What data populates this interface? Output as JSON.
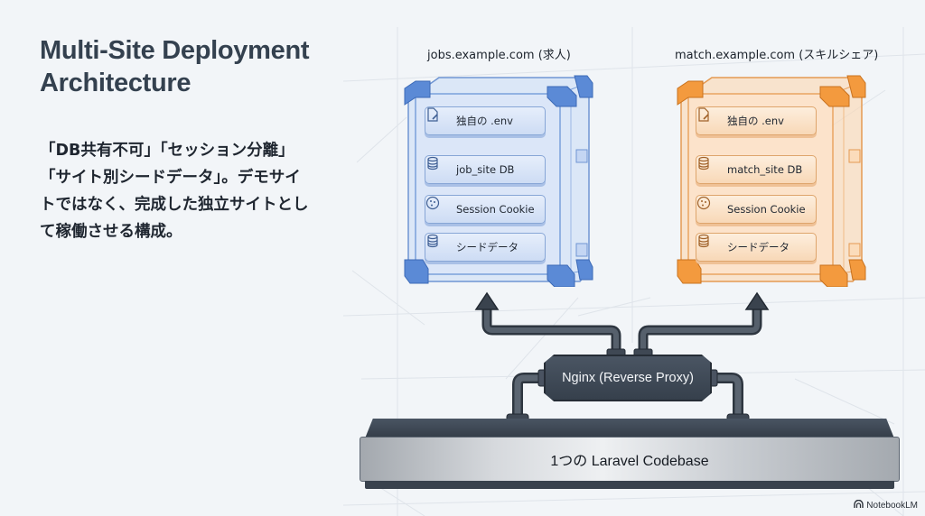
{
  "title": {
    "line1": "Multi-Site Deployment",
    "line2": "Architecture"
  },
  "description": "「DB共有不可」「セッション分離」「サイト別シードデータ」。デモサイトではなく、完成した独立サイトとして稼働させる構成。",
  "sites": [
    {
      "label": "jobs.example.com (求人)",
      "color": "#4a7fd1",
      "modules": [
        {
          "icon": "file-edit-icon",
          "label": "独自の .env"
        },
        {
          "icon": "database-icon",
          "label": "job_site DB"
        },
        {
          "icon": "cookie-icon",
          "label": "Session Cookie"
        },
        {
          "icon": "database-icon",
          "label": "シードデータ"
        }
      ]
    },
    {
      "label": "match.example.com (スキルシェア)",
      "color": "#ef8f2f",
      "modules": [
        {
          "icon": "file-edit-icon",
          "label": "独自の .env"
        },
        {
          "icon": "database-icon",
          "label": "match_site DB"
        },
        {
          "icon": "cookie-icon",
          "label": "Session Cookie"
        },
        {
          "icon": "database-icon",
          "label": "シードデータ"
        }
      ]
    }
  ],
  "proxy": {
    "label": "Nginx (Reverse Proxy)"
  },
  "codebase": {
    "label": "1つの Laravel Codebase"
  },
  "brand": {
    "label": "NotebookLM"
  }
}
